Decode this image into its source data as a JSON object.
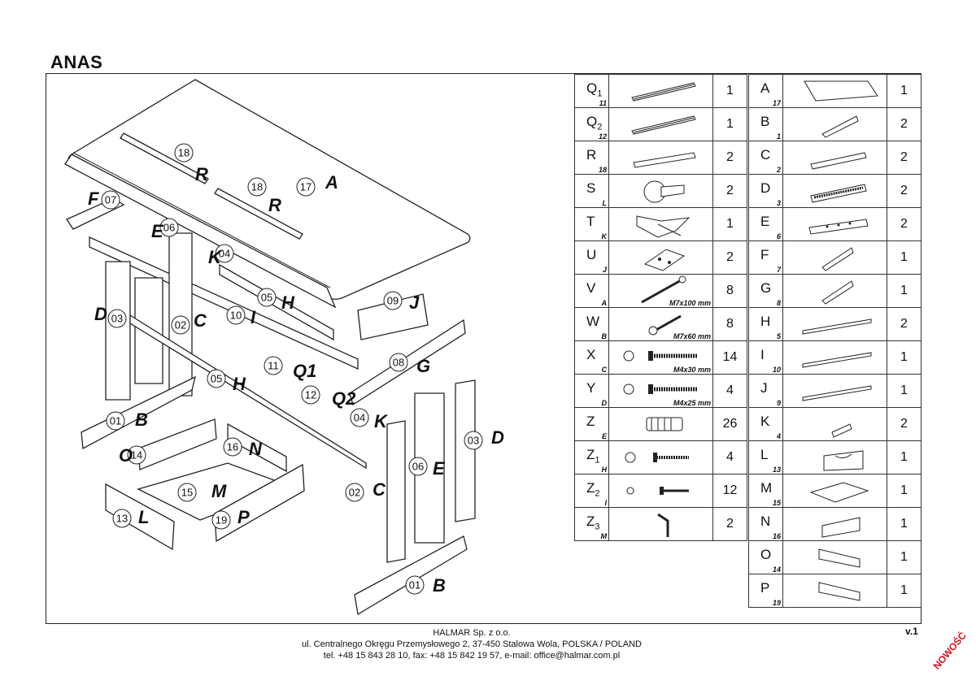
{
  "title": "ANAS",
  "version": "v.1",
  "badge": "NOWOŚĆ",
  "footer": {
    "line1": "HALMAR Sp. z o.o.",
    "line2": "ul. Centralnego Okręgu Przemysłowego 2, 37-450 Stalowa Wola, POLSKA / POLAND",
    "line3": "tel. +48 15 843 28 10, fax: +48 15 842 19 57, e-mail: office@halmar.com.pl"
  },
  "diagram_labels": [
    {
      "letter": "A",
      "num": "17"
    },
    {
      "letter": "R",
      "num": "18"
    },
    {
      "letter": "R",
      "num": "18"
    },
    {
      "letter": "F",
      "num": "07"
    },
    {
      "letter": "E",
      "num": "06"
    },
    {
      "letter": "K",
      "num": "04"
    },
    {
      "letter": "H",
      "num": "05"
    },
    {
      "letter": "J",
      "num": "09"
    },
    {
      "letter": "D",
      "num": "03"
    },
    {
      "letter": "C",
      "num": "02"
    },
    {
      "letter": "I",
      "num": "10"
    },
    {
      "letter": "Q1",
      "num": "11"
    },
    {
      "letter": "Q2",
      "num": "12"
    },
    {
      "letter": "G",
      "num": "08"
    },
    {
      "letter": "H",
      "num": "05"
    },
    {
      "letter": "K",
      "num": "04"
    },
    {
      "letter": "B",
      "num": "01"
    },
    {
      "letter": "O",
      "num": "14"
    },
    {
      "letter": "N",
      "num": "16"
    },
    {
      "letter": "M",
      "num": "15"
    },
    {
      "letter": "L",
      "num": "13"
    },
    {
      "letter": "P",
      "num": "19"
    },
    {
      "letter": "D",
      "num": "03"
    },
    {
      "letter": "E",
      "num": "06"
    },
    {
      "letter": "C",
      "num": "02"
    },
    {
      "letter": "B",
      "num": "01"
    }
  ],
  "hardware_table": [
    {
      "letter": "Q",
      "sub": "1",
      "ref": "11",
      "icon": "rail-icon",
      "dim": "",
      "qty": "1"
    },
    {
      "letter": "Q",
      "sub": "2",
      "ref": "12",
      "icon": "rail-icon",
      "dim": "",
      "qty": "1"
    },
    {
      "letter": "R",
      "sub": "",
      "ref": "18",
      "icon": "bar-icon",
      "dim": "",
      "qty": "2"
    },
    {
      "letter": "S",
      "sub": "",
      "ref": "L",
      "icon": "knob-icon",
      "dim": "",
      "qty": "2"
    },
    {
      "letter": "T",
      "sub": "",
      "ref": "K",
      "icon": "hinge-mechanism-icon",
      "dim": "",
      "qty": "1"
    },
    {
      "letter": "U",
      "sub": "",
      "ref": "J",
      "icon": "hinge-icon",
      "dim": "",
      "qty": "2"
    },
    {
      "letter": "V",
      "sub": "",
      "ref": "A",
      "icon": "long-screw-icon",
      "dim": "M7x100 mm",
      "qty": "8"
    },
    {
      "letter": "W",
      "sub": "",
      "ref": "B",
      "icon": "medium-screw-icon",
      "dim": "M7x60 mm",
      "qty": "8"
    },
    {
      "letter": "X",
      "sub": "",
      "ref": "C",
      "icon": "screw-icon",
      "dim": "M4x30 mm",
      "qty": "14"
    },
    {
      "letter": "Y",
      "sub": "",
      "ref": "D",
      "icon": "screw-icon",
      "dim": "M4x25 mm",
      "qty": "4"
    },
    {
      "letter": "Z",
      "sub": "",
      "ref": "E",
      "icon": "dowel-icon",
      "dim": "",
      "qty": "26"
    },
    {
      "letter": "Z",
      "sub": "1",
      "ref": "H",
      "icon": "small-screw-icon",
      "dim": "",
      "qty": "4"
    },
    {
      "letter": "Z",
      "sub": "2",
      "ref": "I",
      "icon": "tiny-screw-icon",
      "dim": "",
      "qty": "12"
    },
    {
      "letter": "Z",
      "sub": "3",
      "ref": "M",
      "icon": "hex-key-icon",
      "dim": "",
      "qty": "2"
    }
  ],
  "parts_table": [
    {
      "letter": "A",
      "ref": "17",
      "icon": "tabletop-icon",
      "qty": "1"
    },
    {
      "letter": "B",
      "ref": "1",
      "icon": "foot-icon",
      "qty": "2"
    },
    {
      "letter": "C",
      "ref": "2",
      "icon": "panel-icon",
      "qty": "2"
    },
    {
      "letter": "D",
      "ref": "3",
      "icon": "grooved-panel-icon",
      "qty": "2"
    },
    {
      "letter": "E",
      "ref": "6",
      "icon": "drilled-panel-icon",
      "qty": "2"
    },
    {
      "letter": "F",
      "ref": "7",
      "icon": "board-icon",
      "qty": "1"
    },
    {
      "letter": "G",
      "ref": "8",
      "icon": "board-icon",
      "qty": "1"
    },
    {
      "letter": "H",
      "ref": "5",
      "icon": "thin-board-icon",
      "qty": "2"
    },
    {
      "letter": "I",
      "ref": "10",
      "icon": "thin-board-icon",
      "qty": "1"
    },
    {
      "letter": "J",
      "ref": "9",
      "icon": "thin-board-icon",
      "qty": "1"
    },
    {
      "letter": "K",
      "ref": "4",
      "icon": "small-block-icon",
      "qty": "2"
    },
    {
      "letter": "L",
      "ref": "13",
      "icon": "drawer-front-icon",
      "qty": "1"
    },
    {
      "letter": "M",
      "ref": "15",
      "icon": "drawer-bottom-icon",
      "qty": "1"
    },
    {
      "letter": "N",
      "ref": "16",
      "icon": "drawer-back-icon",
      "qty": "1"
    },
    {
      "letter": "O",
      "ref": "14",
      "icon": "drawer-side-icon",
      "qty": "1"
    },
    {
      "letter": "P",
      "ref": "19",
      "icon": "drawer-side-icon",
      "qty": "1"
    }
  ]
}
